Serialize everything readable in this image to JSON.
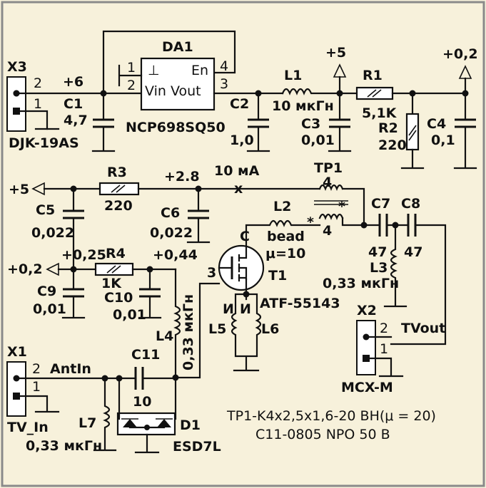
{
  "colors": {
    "background": "#f7f1db",
    "border": "#8a8a8a",
    "ink": "#111111"
  },
  "chart_data": {
    "type": "schematic",
    "title": "",
    "components": {
      "DA1": {
        "ref": "DA1",
        "part": "NCP698SQ50",
        "pin1": "1",
        "pin2": "2",
        "pin3": "3",
        "pin4": "4",
        "gnd_sym": "⊥",
        "en": "En",
        "vin_vout": "Vin Vout"
      },
      "X3": {
        "ref": "X3",
        "part": "DJK-19AS",
        "pin2": "2",
        "pin1": "1"
      },
      "X1": {
        "ref": "X1",
        "part": "TV_In",
        "pin2": "2",
        "pin1": "1",
        "net": "AntIn"
      },
      "X2": {
        "ref": "X2",
        "part": "MCX-M",
        "pin2": "2",
        "pin1": "1",
        "net": "TVout"
      },
      "C1": {
        "ref": "C1",
        "value": "4,7"
      },
      "C2": {
        "ref": "C2",
        "value": "1,0"
      },
      "C3": {
        "ref": "C3",
        "value": "0,01"
      },
      "C4": {
        "ref": "C4",
        "value": "0,1"
      },
      "C5": {
        "ref": "C5",
        "value": "0,022"
      },
      "C6": {
        "ref": "C6",
        "value": "0,022"
      },
      "C7": {
        "ref": "C7",
        "value": "47"
      },
      "C8": {
        "ref": "C8",
        "value": "47"
      },
      "C9": {
        "ref": "C9",
        "value": "0,01"
      },
      "C10": {
        "ref": "C10",
        "value": "0,01"
      },
      "C11": {
        "ref": "C11",
        "value": "10"
      },
      "L1": {
        "ref": "L1",
        "value": "10 мкГн"
      },
      "L2": {
        "ref": "L2",
        "value": "bead",
        "mu": "μ=10"
      },
      "L3": {
        "ref": "L3",
        "value": "0,33 мкГн"
      },
      "L4": {
        "ref": "L4",
        "value": "0,33 мкГн"
      },
      "L5": {
        "ref": "L5"
      },
      "L6": {
        "ref": "L6"
      },
      "L7": {
        "ref": "L7",
        "value": "0,33 мкГн"
      },
      "R1": {
        "ref": "R1",
        "value": "5,1K"
      },
      "R2": {
        "ref": "R2",
        "value": "220"
      },
      "R3": {
        "ref": "R3",
        "value": "220"
      },
      "R4": {
        "ref": "R4",
        "value": "1K"
      },
      "T1": {
        "ref": "T1",
        "part": "ATF-55143",
        "pin3": "3",
        "pin_c": "C",
        "src_i1": "И",
        "src_i2": "И"
      },
      "TP1": {
        "ref": "TP1",
        "turns_a": "4",
        "turns_b": "4"
      },
      "D1": {
        "ref": "D1",
        "part": "ESD7L"
      }
    },
    "nets": {
      "plus6": "+6",
      "plus5_a": "+5",
      "plus5_b": "+5",
      "plus02_a": "+0,2",
      "plus02_b": "+0,2",
      "plus28": "+2.8",
      "plus025": "+0,25",
      "plus044": "+0,44",
      "current": "10 мА",
      "cross": "x"
    },
    "notes": {
      "tp1": "TP1-K4x2,5x1,6-20 ВН(μ = 20)",
      "c11": "C11-0805 NPO 50 В"
    }
  }
}
